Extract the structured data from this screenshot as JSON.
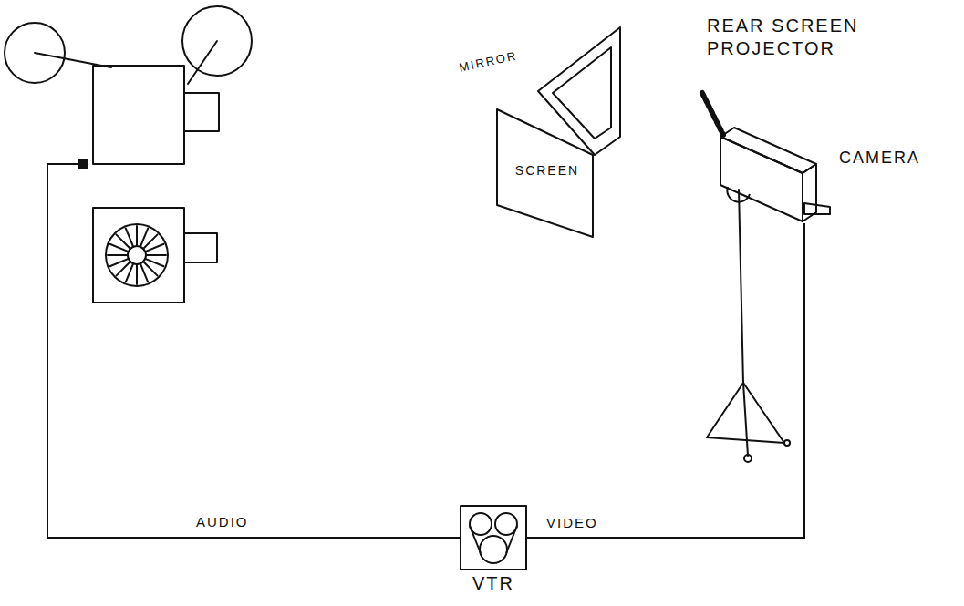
{
  "diagram": {
    "nodes": [
      {
        "text": [
          "SCREEN"
        ]
      },
      {
        "text": [
          "CAMERA"
        ]
      },
      {
        "text": [
          "VTR"
        ]
      }
    ],
    "edges": [
      {
        "from": 2,
        "to": 1,
        "arrow": "none",
        "label": "VIDEO"
      }
    ],
    "labels": [
      "MIRROR",
      "REAR SCREEN PROJECTOR",
      "AUDIO"
    ]
  }
}
